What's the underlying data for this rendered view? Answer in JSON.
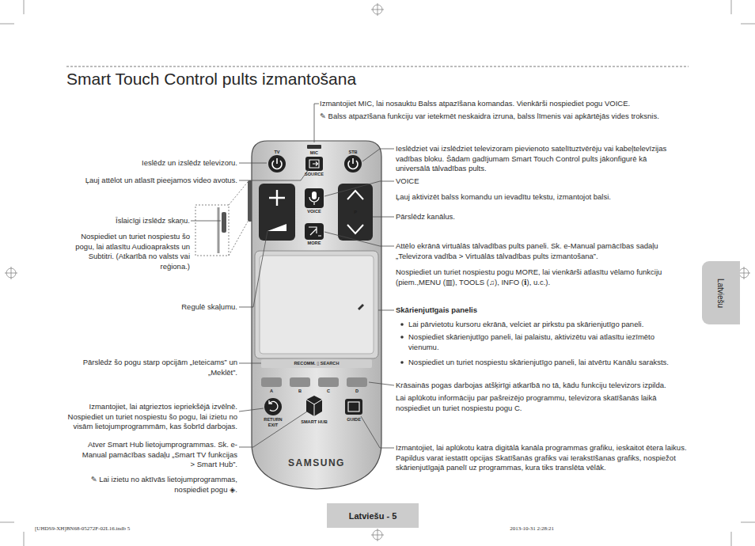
{
  "diagram": {
    "title": "Smart Touch Control pults izmantošana",
    "nodes": [
      {
        "text": [
          "Latviešu"
        ]
      },
      {
        "text": [
          "Latviešu - 5"
        ]
      }
    ],
    "labels": [
      "Izmantojiet MIC, lai nosauktu Balss atpazīšana komandas. Vienkārši nospiediet pogu VOICE.",
      "✎ Balss atpazīšana funkciju var ietekmēt neskaidra izruna, balss līmenis vai apkārtējās vides troksnis.",
      "Ieslēdz un izslēdz televizoru.",
      "Ļauj attēlot un atlasīt pieejamos video avotus.",
      "Ieslēdziet vai izslēdziet televizoram pievienoto satelītuztvērēju vai kabeļtelevīzijas vadības bloku. Šādam gadījumam Smart Touch Control pults jākonfigurē kā universālā tālvadības pults.",
      "VOICE",
      "Ļauj aktivizēt balss komandu un ievadītu tekstu, izmantojot balsi.",
      "Pārslēdz kanālus.",
      "Īslaicīgi izslēdz skaņu.",
      "Nospiediet un turiet nospiestu šo pogu, lai atlasītu Audioapraksts un Subtitri. (Atkarībā no valsts vai reģiona.)",
      "Attēlo ekrānā virtuālās tālvadības pults paneli. Sk. e-Manual pamācības sadaļu „Televizora vadība > Virtuālās tālvadības pults izmantošana”.",
      "Nospiediet un turiet nospiestu pogu MORE, lai vienkārši atlasītu vēlamo funkciju (piem.,MENU (▥), TOOLS (♫), INFO (ℹ), u.c.).",
      "Regulē skaļumu.",
      "Skārienjutīgais panelis",
      "Lai pārvietotu kursoru ekrānā, velciet ar pirkstu pa skārienjutīgo paneli.",
      "Nospiediet skārienjutīgo paneli, lai palaistu, aktivizētu vai atlasītu iezīmēto vienumu.",
      "Nospiediet un turiet nospiestu skārienjutīgo paneli, lai atvērtu Kanālu saraksts.",
      "Pārslēdz šo pogu starp opcijām „Ieteicams” un „Meklēt”.",
      "Krāsainās pogas darbojas atšķirīgi atkarībā no tā, kādu funkciju televizors izpilda.",
      "Lai aplūkotu informāciju par pašreizējo programmu, televizora skatīšanās laikā nospiediet un turiet nospiestu pogu C.",
      "Izmantojiet, lai atgrieztos iepriekšējā izvēlnē. Nospiediet un turiet nospiestu šo pogu, lai izietu no visām lietojumprogrammām, kas šobrīd darbojas.",
      "Atver Smart Hub lietojumprogrammas. Sk. e-Manual pamācības sadaļu „Smart TV funkcijas > Smart Hub”.",
      "Izmantojiet, lai aplūkotu katra digitālā kanāla programmas grafiku, ieskaitot ētera laikus. Papildus varat iestatīt opcijas Skatīšanās grafiks vai Ierakstīšanas grafiks, nospiežot skārienjutīgajā panelī uz programmas, kura tiks translēta vēlāk.",
      "✎ Lai izietu no aktīvās lietojumprogrammas, nospiediet pogu ◈.",
      "TV",
      "MIC",
      "STB",
      "SOURCE",
      "VOICE",
      "P",
      "MORE",
      "RECOMM. ▯ SEARCH",
      "A",
      "B",
      "C",
      "D",
      "RETURN",
      "EXIT",
      "SMART HUB",
      "GUIDE",
      "SAMSUNG",
      "[UHDS9-XH]BN68-05272F-02L16.indb 5",
      "2013-10-31 2:28:21"
    ]
  }
}
